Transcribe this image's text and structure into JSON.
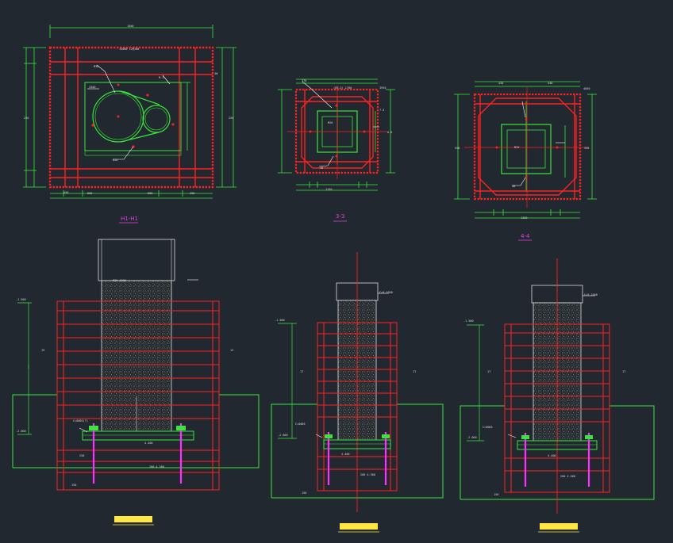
{
  "view_captions": {
    "h1": "H1-H1",
    "s3": "3-3",
    "s4": "4-4"
  },
  "colors": {
    "background": "#212830",
    "dimension": "#39e639",
    "rebar": "#ff2020",
    "section": "#ffe640",
    "concrete": "#c8c8c8",
    "anchor": "#ff30ff",
    "outline": "#dcdcdc"
  }
}
